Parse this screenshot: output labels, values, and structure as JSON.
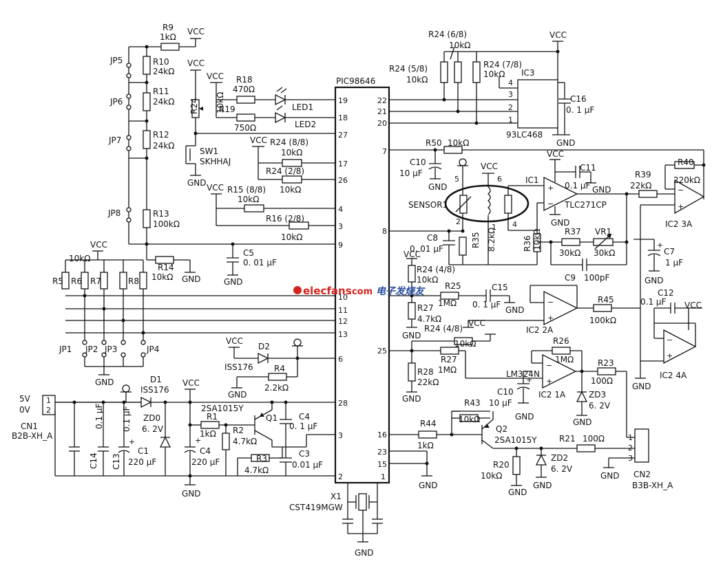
{
  "labels": {
    "vcc": "VCC",
    "gnd": "GND",
    "mcu": "PIC98646",
    "ic3": "IC3",
    "ic3_part": "93LC468",
    "ic1": "IC1",
    "ic1_part": "TLC271CP",
    "ic2_3a": "IC2 3A",
    "ic2_2a": "IC2 2A",
    "ic2_1a": "IC2 1A",
    "ic2_4a": "IC2 4A",
    "lm324": "LM324N",
    "sensor": "SENSOR1",
    "x1": "X1",
    "x1_part": "CST419MGW",
    "cn1": "CN1",
    "cn1_part": "B2B-XH_A",
    "cn1_5v": "5V",
    "cn1_0v": "0V",
    "cn2": "CN2",
    "cn2_part": "B3B-XH_A",
    "sw1": "SW1",
    "sw1_part": "SKHHAJ",
    "led1": "LED1",
    "led2": "LED2",
    "d1": "D1",
    "d1_part": "ISS176",
    "d2": "D2",
    "d2_part": "ISS176",
    "zd0": "ZD0",
    "zd0_val": "6. 2V",
    "zd2": "ZD2",
    "zd2_val": "6. 2V",
    "zd3": "ZD3",
    "zd3_val": "6. 2V",
    "q1": "Q1",
    "q1_part": "2SA1015Y",
    "q2": "Q2",
    "q2_part": "2SA1015Y",
    "jp1": "JP1",
    "jp2": "JP2",
    "jp3": "JP3",
    "jp4": "JP4",
    "jp5": "JP5",
    "jp6": "JP6",
    "jp7": "JP7",
    "jp8": "JP8",
    "vr1": "VR1",
    "vr1_val": "30kΩ",
    "r5": "R5",
    "r6": "R6",
    "r7": "R7",
    "r8": "R8",
    "r5_8_val": "10kΩ",
    "r9": "R9",
    "r9_val": "1kΩ",
    "r10": "R10",
    "r10_val": "24kΩ",
    "r11": "R11",
    "r11_val": "24kΩ",
    "r12": "R12",
    "r12_val": "24kΩ",
    "r13": "R13",
    "r13_val": "100kΩ",
    "r14": "R14",
    "r14_val": "10kΩ",
    "r15": "R15 (8/8)",
    "r15_val": "10kΩ",
    "r16": "R16 (2/8)",
    "r16_val": "10kΩ",
    "r18": "R18",
    "r18_val": "470Ω",
    "r19": "R19",
    "r19_val": "750Ω",
    "r24_pot": "R24",
    "r24_pot_val": "10kΩ",
    "r24_88": "R24 (8/8)",
    "r24_88_val": "10kΩ",
    "r24_28": "R24 (2/8)",
    "r24_28_val": "10kΩ",
    "r24_68": "R24 (6/8)",
    "r24_68_val": "10kΩ",
    "r24_58": "R24 (5/8)",
    "r24_58_val": "10kΩ",
    "r24_78": "R24 (7/8)",
    "r24_78_val": "10kΩ",
    "r24_48a": "R24 (4/8)",
    "r24_48a_val": "10kΩ",
    "r24_48b": "R24 (4/8)",
    "r24_48b_val": "10kΩ",
    "r1": "R1",
    "r1_val": "1kΩ",
    "r2": "R2",
    "r2_val": "4.7kΩ",
    "r3": "R3",
    "r3_val": "4.7kΩ",
    "r4": "R4",
    "r4_val": "2.2kΩ",
    "r20": "R20",
    "r20_val": "10kΩ",
    "r21": "R21",
    "r21_val": "100Ω",
    "r23": "R23",
    "r23_val": "100Ω",
    "r25": "R25",
    "r25_val": "1MΩ",
    "r26": "R26",
    "r26_val": "1MΩ",
    "r27a": "R27",
    "r27a_val": "4.7kΩ",
    "r27b": "R27",
    "r27b_val": "1MΩ",
    "r28": "R28",
    "r28_val": "22kΩ",
    "r35": "R35",
    "r35_val": "8.2kΩ",
    "r36": "R36",
    "r36_val": "10kΩ",
    "r37": "R37",
    "r37_val": "30kΩ",
    "r39": "R39",
    "r39_val": "22kΩ",
    "r40": "R40",
    "r40_val": "220kΩ",
    "r43": "R43",
    "r43_val": "10kΩ",
    "r44": "R44",
    "r44_val": "1kΩ",
    "r45": "R45",
    "r45_val": "100kΩ",
    "r50": "R50",
    "r50_val": "10kΩ",
    "c1": "C1",
    "c1_val": "220 μF",
    "c3": "C3",
    "c3_val": "0.01 μF",
    "c4a": "C4",
    "c4a_val": "0. 1 μF",
    "c4b": "C4",
    "c4b_val": "220 μF",
    "c5": "C5",
    "c5_val": "0. 01 μF",
    "c7": "C7",
    "c7_val": "1 μF",
    "c8": "C8",
    "c8_val": "0. 01 μF",
    "c9": "C9",
    "c9_val": "100pF",
    "c10a": "C10",
    "c10a_val": "10 μF",
    "c10b": "C10",
    "c10b_val": "10 μF",
    "c11": "C11",
    "c11_val": "0.1 μF",
    "c12": "C12",
    "c12_val": "0.1 μF",
    "c13": "C13",
    "c13_val": "0.1 μF",
    "c14": "C14",
    "c14_val": "0.1 μF",
    "c15": "C15",
    "c15_val": "0. 1 μF",
    "c16": "C16",
    "c16_val": "0. 1 μF",
    "watermark_site": "elecfans",
    "watermark_dom": ".com",
    "watermark_cn": "电子发烧友"
  },
  "pins": {
    "left": [
      "19",
      "18",
      "27",
      "17",
      "26",
      "4",
      "3",
      "9",
      "10",
      "11",
      "12",
      "13",
      "6",
      "28",
      "3",
      "2"
    ],
    "right": [
      "22",
      "21",
      "20",
      "7",
      "8",
      "25",
      "16",
      "23",
      "15",
      "1"
    ],
    "ic3": [
      "4",
      "3",
      "2",
      "1"
    ],
    "sensor": [
      "5",
      "6",
      "2",
      "1",
      "4"
    ]
  },
  "colors": {
    "ink": "#111111",
    "watermark_red": "#d6241e",
    "watermark_blue": "#2a4fa1"
  }
}
